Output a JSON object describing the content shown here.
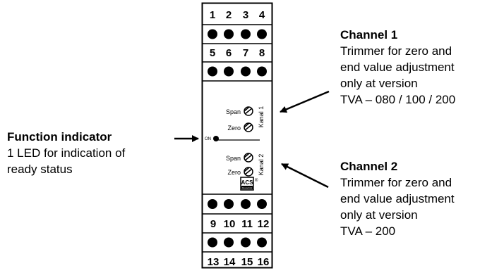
{
  "module": {
    "terminal_rows": [
      [
        "1",
        "2",
        "3",
        "4"
      ],
      [
        "5",
        "6",
        "7",
        "8"
      ],
      [
        "9",
        "10",
        "11",
        "12"
      ],
      [
        "13",
        "14",
        "15",
        "16"
      ]
    ],
    "channel1_span_label": "Span",
    "channel1_zero_label": "Zero",
    "channel1_kanal_label": "Kanal 1",
    "channel2_span_label": "Span",
    "channel2_zero_label": "Zero",
    "channel2_kanal_label": "Kanal 2",
    "on_label": "ON",
    "logo_text": "ACS",
    "logo_subtext": "Messtechnik",
    "registered_mark": "®"
  },
  "callouts": {
    "function": {
      "title": "Function indicator",
      "lines": [
        "1 LED for indication of",
        "ready status"
      ]
    },
    "channel1": {
      "title": "Channel 1",
      "lines": [
        "Trimmer for zero and",
        "end value adjustment",
        "only at version",
        "TVA – 080 / 100 / 200"
      ]
    },
    "channel2": {
      "title": "Channel 2",
      "lines": [
        "Trimmer for zero and",
        "end value adjustment",
        "only at version",
        "TVA – 200"
      ]
    }
  }
}
